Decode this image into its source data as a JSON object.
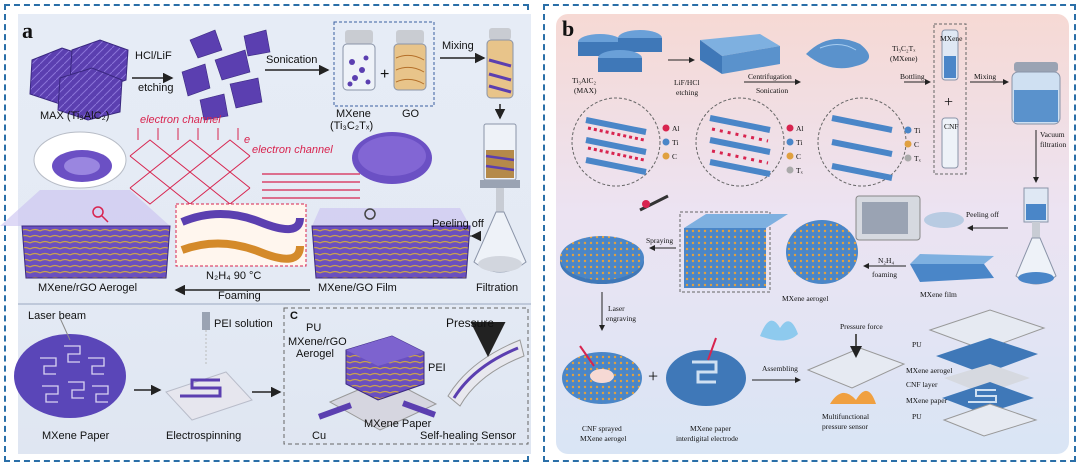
{
  "panel_a": {
    "letter": "a",
    "reagent_hcl": "HCl/LiF",
    "reagent_etching": "etching",
    "sonication": "Sonication",
    "mixing": "Mixing",
    "max_label": "MAX (Ti₃AlC₂)",
    "mxene_label": "MXene",
    "mxene_formula": "(Ti₃C₂Tₓ)",
    "plus": "+",
    "go_label": "GO",
    "electron_channel_1": "electron channel",
    "electron_channel_2": "electron channel",
    "e_symbol": "e",
    "peeling_off": "Peeling off",
    "aerogel_label": "MXene/rGO Aerogel",
    "foaming_condition": "N₂H₄ 90 °C",
    "foaming": "Foaming",
    "film_label": "MXene/GO Film",
    "filtration": "Filtration",
    "laser_beam": "Laser beam",
    "pei_solution": "PEI solution",
    "c_letter": "C",
    "pu": "PU",
    "mxene_rgo": "MXene/rGO",
    "aerogel_short": "Aerogel",
    "pei": "PEI",
    "pressure": "Pressure",
    "mxene_paper_small": "MXene Paper",
    "cu": "Cu",
    "mxene_paper": "MXene Paper",
    "electrospinning": "Electrospinning",
    "self_healing": "Self-healing Sensor"
  },
  "panel_b": {
    "letter": "b",
    "max_formula": "Ti₃AlC₂",
    "max_short": "(MAX)",
    "lif_hcl": "LiF/HCl",
    "etching": "etching",
    "centrifugation": "Centrifugation",
    "sonication": "Sonication",
    "tic_formula": "Ti₃C₂Tₓ",
    "mxene_paren": "(MXene)",
    "bottling": "Bottling",
    "mxene_vial": "MXene",
    "plus": "+",
    "cnf": "CNF",
    "mixing": "Mixing",
    "vacuum": "Vacuum",
    "filtration": "filtration",
    "legend1": [
      "Al",
      "Ti",
      "C"
    ],
    "legend2": [
      "Al",
      "Ti",
      "C",
      "Tₓ"
    ],
    "legend3": [
      "Ti",
      "C",
      "Tₓ"
    ],
    "peeling_off": "Peeling off",
    "spraying": "Spraying",
    "n2h4": "N₂H₄",
    "foaming": "foaming",
    "mxene_aerogel": "MXene aerogel",
    "mxene_film": "MXene film",
    "laser": "Laser",
    "engraving": "engraving",
    "assembling": "Assembling",
    "pressure_force": "Pressure force",
    "pu_top": "PU",
    "mxene_aerogel_layer": "MXene aerogel",
    "cnf_layer": "CNF layer",
    "mxene_paper_layer": "MXene paper",
    "pu_bottom": "PU",
    "cnf_sprayed_1": "CNF sprayed",
    "cnf_sprayed_2": "MXene aerogel",
    "plus2": "+",
    "electrode_1": "MXene paper",
    "electrode_2": "interdigital electrode",
    "multi_1": "Multifunctional",
    "multi_2": "pressure sensor"
  },
  "colors": {
    "border": "#2a6fa8",
    "mxene": "#5b3fb0",
    "mxene_light": "#7d63cf",
    "go_orange": "#d48a2a",
    "channel_red": "#d8244f",
    "b_blue": "#4a86c8",
    "b_orange": "#e0a040"
  }
}
